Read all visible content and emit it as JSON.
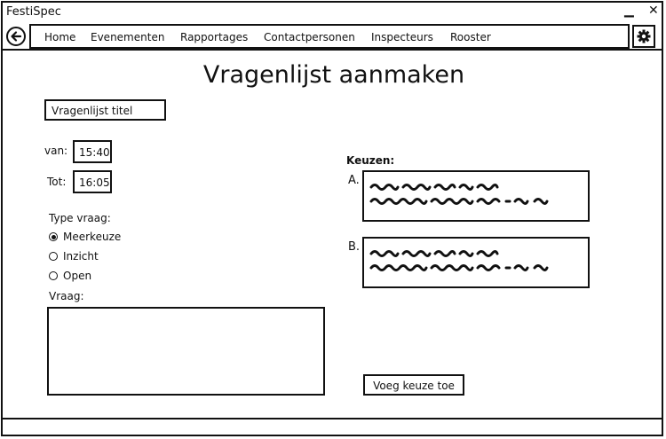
{
  "window": {
    "title": "FestiSpec",
    "minimize_glyph": "▁",
    "close_glyph": "✕"
  },
  "nav": {
    "back_icon": "back-arrow-icon",
    "items": [
      "Home",
      "Evenementen",
      "Rapportages",
      "Contactpersonen",
      "Inspecteurs",
      "Rooster"
    ],
    "settings_icon": "gear-icon"
  },
  "page": {
    "title": "Vragenlijst aanmaken"
  },
  "form": {
    "title_field": "Vragenlijst titel",
    "from_label": "van:",
    "from_value": "15:40",
    "to_label": "Tot:",
    "to_value": "16:05",
    "type_label": "Type vraag:",
    "types": [
      "Meerkeuze",
      "Inzicht",
      "Open"
    ],
    "selected_type": "Meerkeuze",
    "question_label": "Vraag:"
  },
  "choices": {
    "label": "Keuzen:",
    "items": [
      {
        "letter": "A."
      },
      {
        "letter": "B."
      }
    ],
    "add_button": "Voeg keuze toe"
  }
}
